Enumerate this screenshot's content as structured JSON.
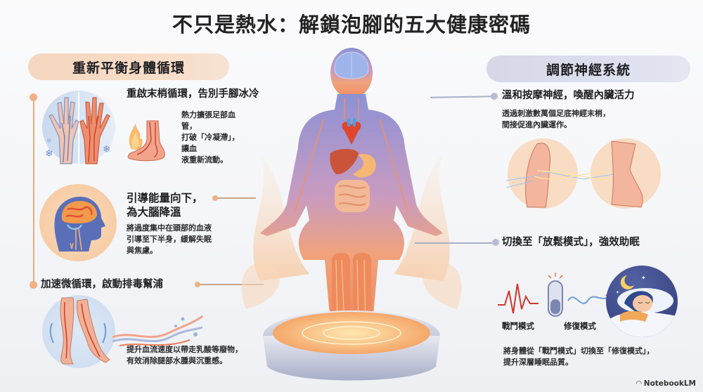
{
  "title": "不只是熱水：解鎖泡腳的五大健康密碼",
  "left_section": {
    "header": "重新平衡身體循環",
    "items": [
      {
        "heading": "重啟末梢循環，告別手腳冰冷",
        "body_lines": [
          "熱力擴張足部血管，",
          "打破「冷凝滯」，讓血",
          "液重新流動。"
        ],
        "illustrations": [
          "cold-warm-hands-icon",
          "warm-foot-flame-icon"
        ]
      },
      {
        "heading_lines": [
          "引導能量向下，",
          "為大腦降溫"
        ],
        "body_lines": [
          "將過度集中在頭部的血液",
          "引導至下半身，緩解失眠",
          "與焦慮。"
        ],
        "illustrations": [
          "brain-head-profile-icon"
        ]
      },
      {
        "heading": "加速微循環，啟動排毒幫浦",
        "body_lines": [
          "提升血流速度以帶走乳酸等廢物，",
          "有效消除腿部水腫與沉重感。"
        ],
        "illustrations": [
          "legs-circulation-flow-icon"
        ]
      }
    ]
  },
  "right_section": {
    "header": "調節神經系統",
    "items": [
      {
        "heading": "溫和按摩神經，喚醒內臟活力",
        "body_lines": [
          "透過刺激數萬個足底神經末梢，",
          "間接促進內臟運作。"
        ],
        "illustrations": [
          "foot-sole-nerves-icon"
        ]
      },
      {
        "heading": "切換至「放鬆模式」，強效助眠",
        "mode_labels": [
          "戰鬥模式",
          "修復模式"
        ],
        "body_lines": [
          "將身體從「戰鬥模式」切換至「修復模式」，",
          "提升深層睡眠品質。"
        ],
        "illustrations": [
          "heartbeat-wave-icon",
          "toggle-switch-icon",
          "sleeping-woman-icon"
        ]
      }
    ]
  },
  "center": {
    "illustration": "seated-body-foot-bath-icon"
  },
  "branding": {
    "label": "NotebookLM"
  },
  "colors": {
    "warm_accent": "#f0b184",
    "cool_accent": "#b7bcd6",
    "left_pill": "#f6d8c3",
    "right_pill": "#dadced",
    "text": "#1e1e22"
  }
}
